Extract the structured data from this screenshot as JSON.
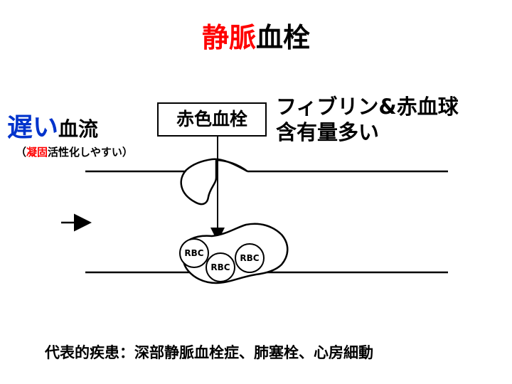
{
  "title": {
    "highlight": "静脈",
    "rest": "血栓"
  },
  "flow_label": {
    "highlight": "遅い",
    "rest": "血流"
  },
  "flow_sub": {
    "open": "（",
    "highlight": "凝固",
    "rest": "活性化しやすい）"
  },
  "thrombus_box": "赤色血栓",
  "fibrin_text": {
    "line1": "フィブリン&赤血球",
    "line2": "含有量多い"
  },
  "rbc_labels": [
    "RBC",
    "RBC",
    "RBC"
  ],
  "diseases": "代表的疾患：深部静脈血栓症、肺塞栓、心房細動",
  "colors": {
    "highlight_red": "#ff0000",
    "highlight_blue": "#0033cc"
  }
}
